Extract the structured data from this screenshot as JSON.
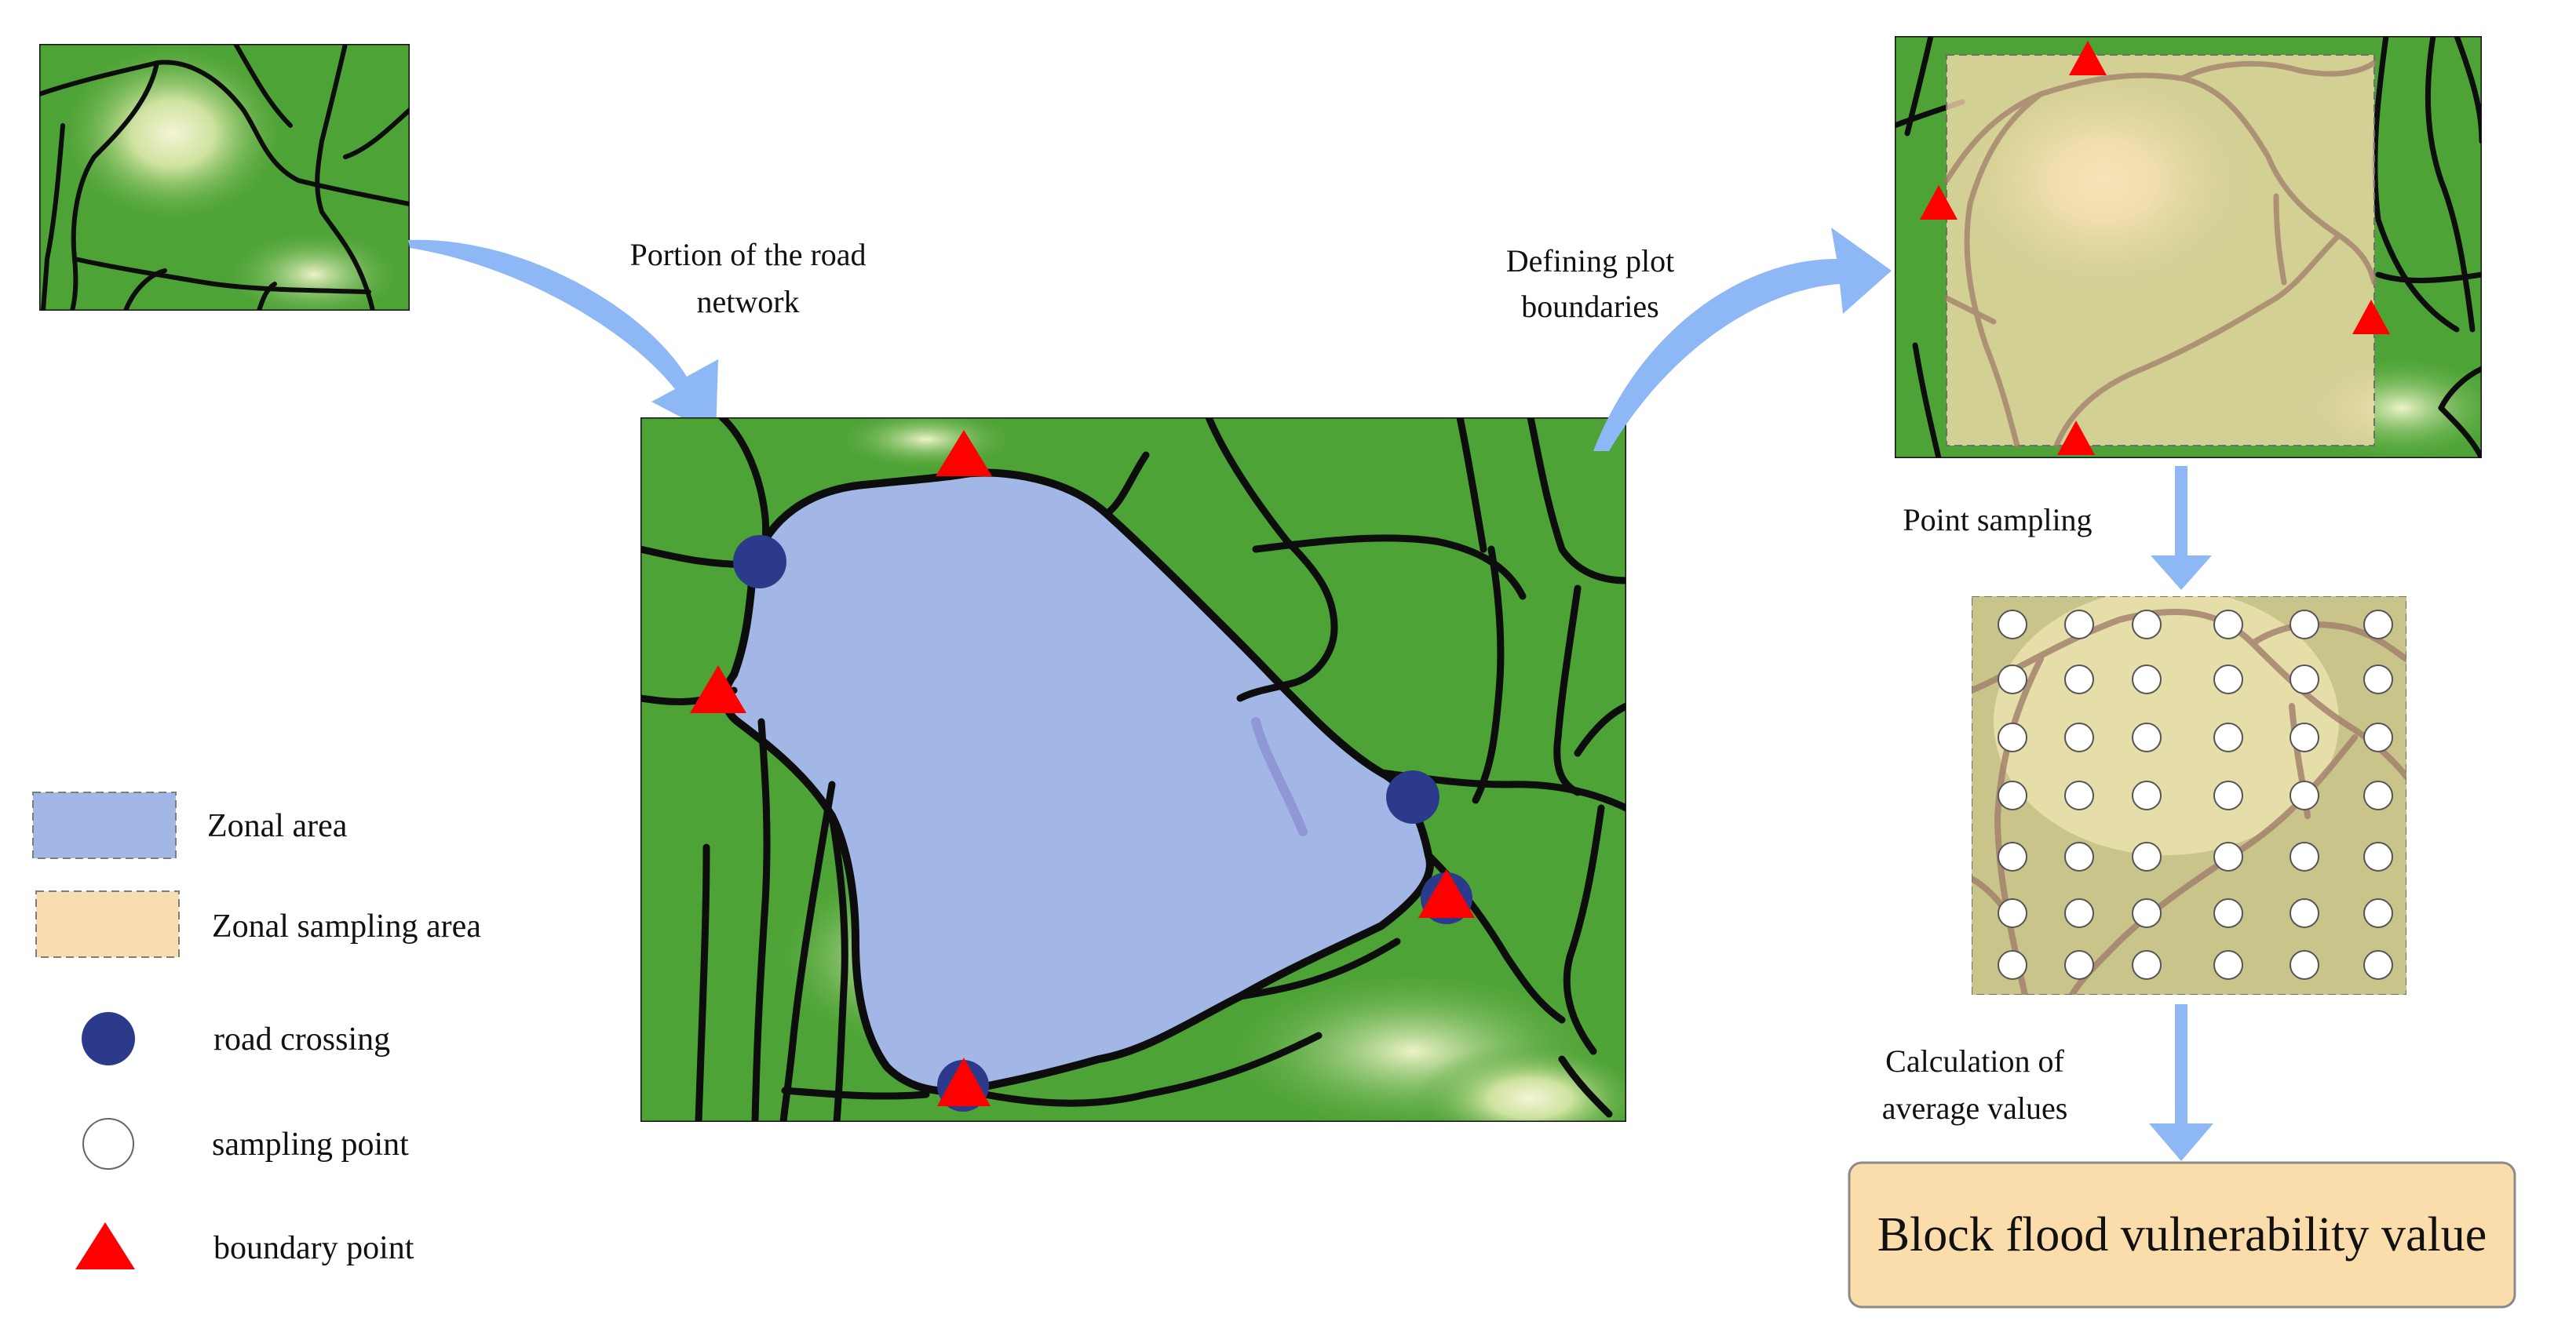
{
  "labels": {
    "road_network": [
      "Portion of the road",
      "network"
    ],
    "plot_boundaries": [
      "Defining plot",
      "boundaries"
    ],
    "point_sampling": "Point sampling",
    "average_values": [
      "Calculation of",
      "average values"
    ],
    "result": "Block flood vulnerability value"
  },
  "legend": {
    "zonal_area": "Zonal area",
    "zonal_sampling_area": "Zonal sampling area",
    "road_crossing": "road crossing",
    "sampling_point": "sampling point",
    "boundary_point": "boundary point"
  },
  "colors": {
    "terrain_green": "#4da335",
    "terrain_light": "#e8efb6",
    "road": "#0d0d0d",
    "zonal_area": "#a3b7e6",
    "zonal_sampling_area": "#f8ddb0",
    "road_crossing": "#2c3a8c",
    "boundary_point": "#ff0000",
    "arrow": "#8db8f5",
    "result_box": "#fbdcab"
  }
}
